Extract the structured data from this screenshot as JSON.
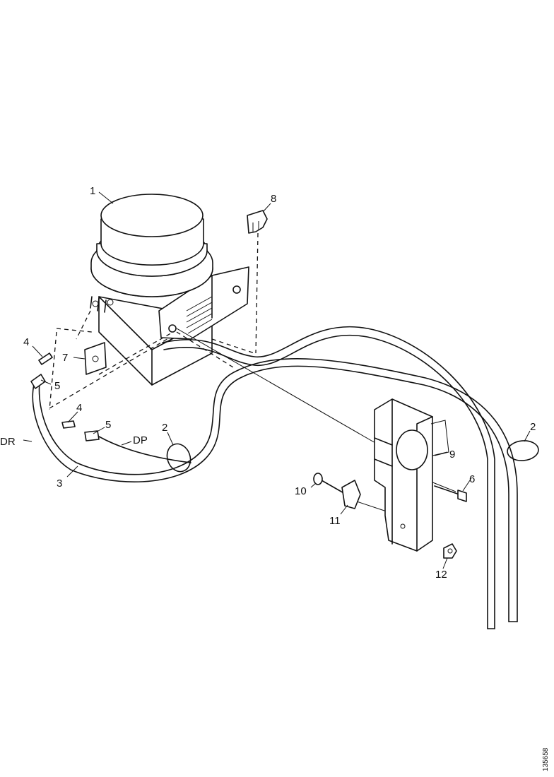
{
  "callouts": {
    "c1": "1",
    "c2a": "2",
    "c2b": "2",
    "c3": "3",
    "c4a": "4",
    "c4b": "4",
    "c5a": "5",
    "c5b": "5",
    "c6": "6",
    "c7": "7",
    "c8": "8",
    "c9": "9",
    "c10": "10",
    "c11": "11",
    "c12": "12"
  },
  "wire_labels": {
    "dr": "DR",
    "dp": "DP"
  },
  "document_id": "135658"
}
